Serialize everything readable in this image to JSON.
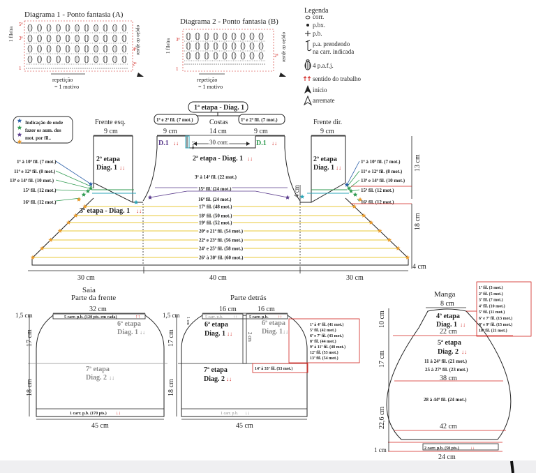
{
  "diagram1": {
    "title": "Diagrama 1 - Ponto fantasia (A)",
    "fileira_label": "1 fileira",
    "side_label": "opção de ajuste",
    "repeat_label": "repetição",
    "motif_label": "= 1 motivo",
    "row_marks": [
      "1",
      "2ª",
      "3ª",
      "4ª",
      "5ª"
    ]
  },
  "diagram2": {
    "title": "Diagrama 2 - Ponto fantasia (B)",
    "fileira_label": "1 fileira",
    "side_label": "opção de ajuste",
    "repeat_label": "repetição",
    "motif_label": "= 1 motivo",
    "row_marks": [
      "1",
      "2ª",
      "3ª",
      "4ª"
    ]
  },
  "legend": {
    "title": "Legenda",
    "items": [
      {
        "icon": "oval-icon",
        "label": "corr."
      },
      {
        "icon": "dot-icon",
        "label": "p.bx."
      },
      {
        "icon": "plus-icon",
        "label": "p.b."
      },
      {
        "icon": "tall-stitch-icon",
        "label": "p.a. prendendo"
      },
      {
        "icon": "",
        "label": "na carr. indicada"
      },
      {
        "icon": "cluster-icon",
        "label": "4 p.a.f.j."
      },
      {
        "icon": "direction-arrows-icon",
        "label": "sentido do trabalho"
      },
      {
        "icon": "start-arrow-icon",
        "label": "início"
      },
      {
        "icon": "finish-arrow-icon",
        "label": "arremate"
      }
    ]
  },
  "stars_legend": {
    "lines": [
      "Indicação de onde",
      "fazer os aum. dos",
      "mot. por fil.."
    ],
    "colors": [
      "#2a5fa8",
      "#2e9a4f",
      "#5a3b8c",
      "#e8992c"
    ]
  },
  "top": {
    "etapa1": "1ª etapa - Diag. 1",
    "left_fil_box": "1ª e 2ª fil. (7 mot.)",
    "right_fil_box": "1ª e 2ª fil. (7 mot.)",
    "frente_esq": "Frente esq.",
    "frente_dir": "Frente dir.",
    "costas": "Costas",
    "w_9cm": "9 cm",
    "w_14cm": "14 cm",
    "d1": "D.1",
    "corr30": "30 corr.",
    "etapa2_costas": "2ª etapa - Diag. 1",
    "etapa2_frente": "2ª etapa",
    "diag1": "Diag. 1",
    "etapa3": "3ª etapa - Diag. 1",
    "cm13": "13 cm",
    "cm4": "4 cm",
    "cm18": "18 cm",
    "cm4b": "4 cm",
    "cm1": "1 cm",
    "bottom_30a": "30 cm",
    "bottom_40": "40 cm",
    "bottom_30b": "30 cm",
    "costas_rows": [
      "3ª à 14ª fil. (22 mot.)",
      "15ª fil. (24 mot.)",
      "16ª fil. (24 mot.)"
    ],
    "side_rows": [
      "1ª à 10ª fil. (7 mot.)",
      "11ª e 12ª fil. (8 mot.)",
      "13ª e 14ª fil. (10 mot.)",
      "15ª fil. (12 mot.)",
      "16ª fil. (12 mot.)"
    ],
    "skirt_rows": [
      "17ª fil. (48 mot.)",
      "18ª fil. (50 mot.)",
      "19ª fil. (52 mot.)",
      "20ª e 21ª fil. (54 mot.)",
      "22ª e 23ª fil. (56 mot.)",
      "24ª e 25ª fil. (58 mot.)",
      "26ª à 30ª fil. (60 mot.)"
    ]
  },
  "saia": {
    "title": "Saia",
    "subtitle": "Parte da frente",
    "w32": "32 cm",
    "cm15": "1,5 cm",
    "cm17": "17 cm",
    "cm18": "18 cm",
    "top_band": "5 carr. p.b. (120 pts. em cada)",
    "etapa6": "6ª etapa",
    "diag2a": "Diag. 1",
    "etapa7": "7ª etapa",
    "diag2b": "Diag. 2",
    "bottom_band": "1 carr. p.b. (170 pts.)",
    "w45": "45 cm"
  },
  "detras": {
    "title": "Parte detrás",
    "w16a": "16 cm",
    "w16b": "16 cm",
    "cm15": "1,5 cm",
    "cm17": "17 cm",
    "cm18": "18 cm",
    "band_left": "5 carr. p.b.",
    "band_right": "5 carr. p.b.",
    "etapa6a": "6ª etapa",
    "diag_a": "Diag. 1",
    "etapa6b": "6ª etapa",
    "diag_b": "Diag. 1",
    "cm1": "1 cm",
    "cm2": "2 cm",
    "etapa7": "7ª etapa",
    "diag2": "Diag. 2",
    "bottom_band": "1 carr. p.b.",
    "w45": "45 cm",
    "rows": [
      "1ª à 4ª fil. (41 mot.)",
      "5ª fil. (42 mot.)",
      "6ª e 7ª fil. (43 mot.)",
      "8ª fil. (44 mot.)",
      "9ª à 11ª fil. (48 mot.)",
      "12ª fil. (53 mot.)",
      "13ª fil. (54 mot.)"
    ],
    "row_extra": "14ª à 33ª fil. (53 mot.)"
  },
  "manga": {
    "title": "Manga",
    "w8": "8 cm",
    "etapa4": "4ª etapa",
    "diag1": "Diag. 1",
    "w22": "22 cm",
    "etapa5": "5ª etapa",
    "diag2": "Diag. 2",
    "row_a": "11 à 24ª fil. (21 mot.)",
    "row_b": "25 à 27ª fil. (23 mot.)",
    "w38": "38 cm",
    "row_c": "28 à 44ª fil. (24 mot.)",
    "w42": "42 cm",
    "band": "2 carr. p.b. (50 pts.)",
    "w24": "24 cm",
    "cm10": "10 cm",
    "cm17": "17 cm",
    "cm22": "22,6 cm",
    "cm1": "1 cm",
    "rows": [
      "1ª fil. (3 mot.)",
      "2ª fil. (5 mot.)",
      "3ª fil. (7 mot.)",
      "4ª fil. (10 mot.)",
      "5ª fil. (11 mot.)",
      "6ª e 7ª fil. (13 mot.)",
      "8ª e 9ª fil. (15 mot.)",
      "10ª fil. (21 mot.)"
    ]
  },
  "colors": {
    "line": "#222222",
    "red": "#d0211c",
    "orange": "#e8992c",
    "yellow": "#e8c93a",
    "blue": "#2a5fa8",
    "green": "#2e9a4f",
    "purple": "#5a3b8c",
    "teal": "#2aa6b8",
    "gray": "#8c8c8c"
  }
}
